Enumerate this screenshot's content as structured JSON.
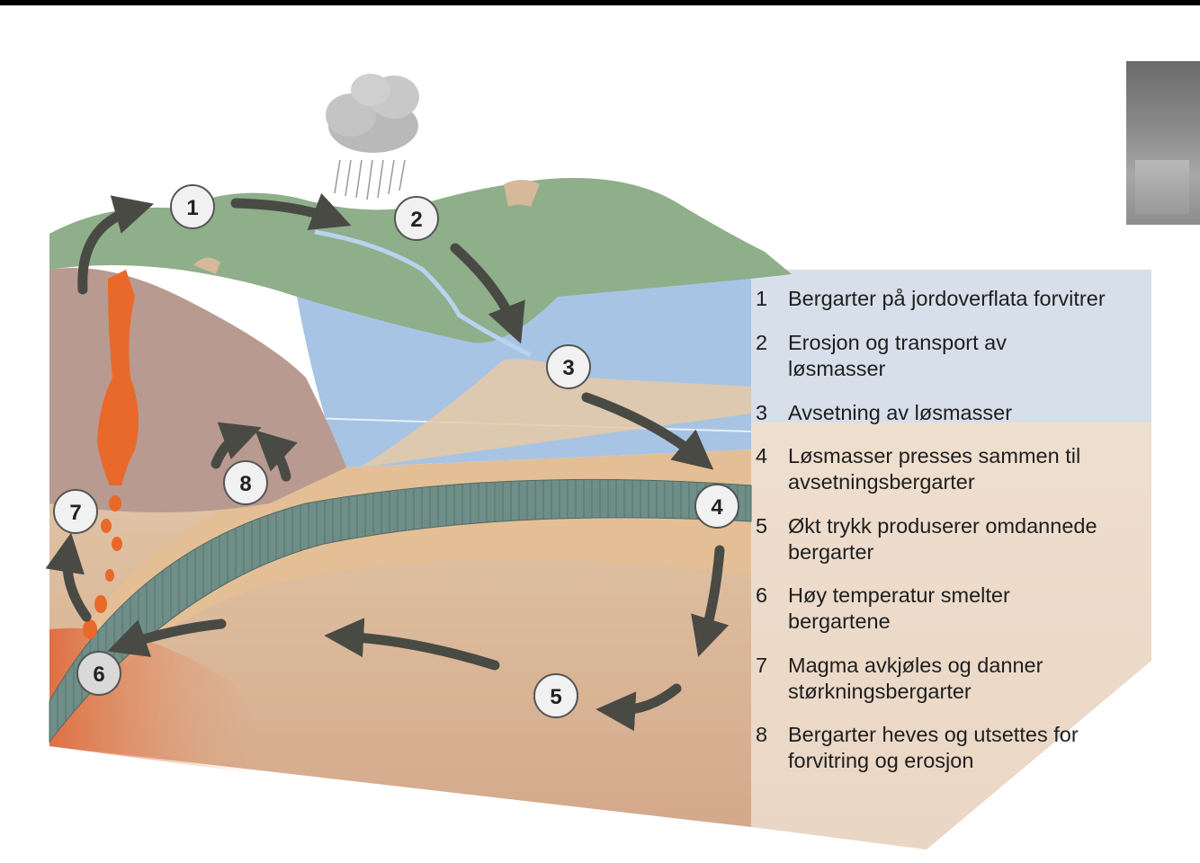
{
  "legend": [
    {
      "num": "1",
      "text": "Bergarter på jordoverflata forvitrer"
    },
    {
      "num": "2",
      "text": "Erosjon og transport av løsmasser"
    },
    {
      "num": "3",
      "text": "Avsetning av løsmasser"
    },
    {
      "num": "4",
      "text": "Løsmasser presses sammen til avsetningsbergarter"
    },
    {
      "num": "5",
      "text": "Økt trykk produserer omdannede bergarter"
    },
    {
      "num": "6",
      "text": "Høy temperatur smelter bergartene"
    },
    {
      "num": "7",
      "text": "Magma avkjøles og danner størkningsbergarter"
    },
    {
      "num": "8",
      "text": "Bergarter heves og utsettes for forvitring og erosjon"
    }
  ],
  "markers": [
    "1",
    "2",
    "3",
    "4",
    "5",
    "6",
    "7",
    "8"
  ],
  "colors": {
    "mountains": "#8fae8a",
    "water": "#a9c6e6",
    "sediment": "#e2c49f",
    "deep_crust": "#d9b99c",
    "slab": "#6e8d86",
    "magma": "#ea6a2a",
    "arrow": "#4a4a45"
  }
}
